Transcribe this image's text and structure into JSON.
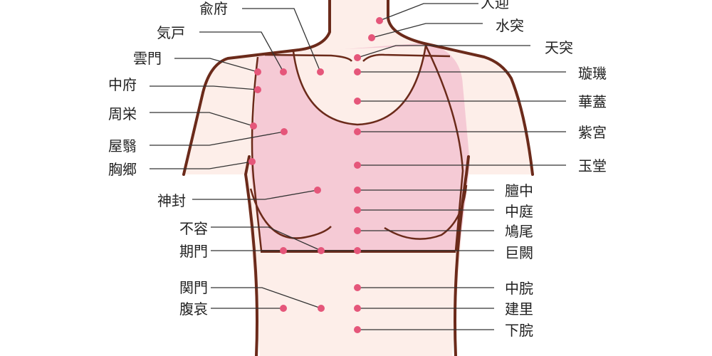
{
  "colors": {
    "skin": "#fdeee9",
    "garment": "#f5cad5",
    "outline": "#6b2a1a",
    "point": "#e5567a"
  },
  "left_labels": {
    "yufu": "兪府",
    "qihu": "気戸",
    "yunmen": "雲門",
    "zhongfu": "中府",
    "zhourong": "周栄",
    "wuyi": "屋翳",
    "xiongxiang": "胸郷",
    "shenfeng": "神封",
    "burong": "不容",
    "qimen": "期門",
    "guanmen": "関門",
    "fuai": "腹哀"
  },
  "right_labels": {
    "renying": "人迎",
    "shuitu": "水突",
    "tiantu": "天突",
    "xuanji": "璇璣",
    "huagai": "華蓋",
    "zigong": "紫宮",
    "yutang": "玉堂",
    "danzhong": "膻中",
    "zhongting": "中庭",
    "jiuwei": "鳩尾",
    "juque": "巨闕",
    "zhongwan": "中脘",
    "jianli": "建里",
    "xiawan": "下脘"
  }
}
